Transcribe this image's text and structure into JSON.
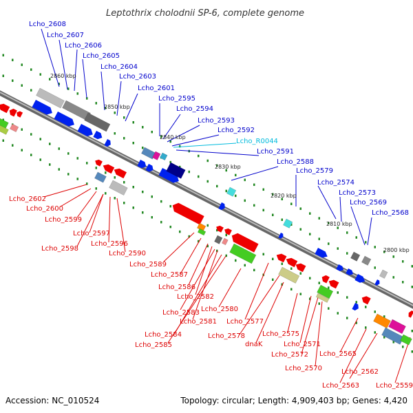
{
  "header": {
    "title": "Leptothrix cholodnii SP-6, complete genome"
  },
  "footer": {
    "accession": "Accession: NC_010524",
    "summary": "Topology: circular; Length: 4,909,403 bp; Genes: 4,420"
  },
  "colors": {
    "forward_label": "#0000cc",
    "reverse_label": "#dd0000",
    "rna_label": "#00bbdd",
    "backbone": "#888888",
    "tick_dot": "#228822"
  },
  "ticks": [
    "2860 kbp",
    "2850 kbp",
    "2840 kbp",
    "2830 kbp",
    "2820 kbp",
    "2810 kbp",
    "2800 kbp"
  ],
  "top_labels": [
    "Lcho_2608",
    "Lcho_2607",
    "Lcho_2606",
    "Lcho_2605",
    "Lcho_2604",
    "Lcho_2603",
    "Lcho_2601",
    "Lcho_2595",
    "Lcho_2594",
    "Lcho_2593",
    "Lcho_2592",
    "Lcho_R0044",
    "Lcho_2591",
    "Lcho_2588",
    "Lcho_2579",
    "Lcho_2574",
    "Lcho_2573",
    "Lcho_2569",
    "Lcho_2568"
  ],
  "bottom_labels": [
    "Lcho_2602",
    "Lcho_2600",
    "Lcho_2599",
    "Lcho_2597",
    "Lcho_2598",
    "Lcho_2596",
    "Lcho_2590",
    "Lcho_2589",
    "Lcho_2587",
    "Lcho_2586",
    "Lcho_2582",
    "Lcho_2583",
    "Lcho_2581",
    "Lcho_2584",
    "Lcho_2585",
    "Lcho_2580",
    "Lcho_2577",
    "Lcho_2578",
    "dnaK",
    "Lcho_2575",
    "Lcho_2571",
    "Lcho_2572",
    "Lcho_2570",
    "Lcho_2565",
    "Lcho_2562",
    "Lcho_2563",
    "Lcho_2559"
  ]
}
